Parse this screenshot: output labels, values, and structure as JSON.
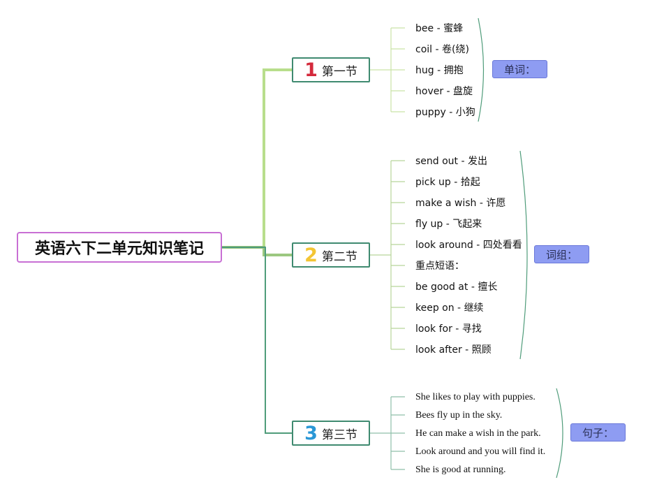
{
  "title": "英语六下二单元知识笔记",
  "sections": [
    {
      "number": "1",
      "label": "第一节",
      "category": "单词：",
      "items": [
        "bee - 蜜蜂",
        "coil - 卷(绕)",
        "hug - 拥抱",
        "hover - 盘旋",
        "puppy - 小狗"
      ]
    },
    {
      "number": "2",
      "label": "第二节",
      "category": "词组：",
      "items": [
        "send out - 发出",
        "pick up - 拾起",
        "make a wish - 许愿",
        "fly up - 飞起来",
        "look around - 四处看看",
        "重点短语：",
        "be good at - 擅长",
        "keep on - 继续",
        "look for - 寻找",
        "look after - 照顾"
      ]
    },
    {
      "number": "3",
      "label": "第三节",
      "category": "句子：",
      "items": [
        "She likes to play with puppies.",
        "Bees fly up in the sky.",
        "He can make a wish in the park.",
        "Look around and you will find it.",
        "She is good at running."
      ]
    }
  ],
  "colors": {
    "root_border": "#c86fd4",
    "branch_1": "#b8de8c",
    "branch_2": "#9cc880",
    "branch_3": "#4f9c7a",
    "category_fill": "#8e9cf2"
  }
}
